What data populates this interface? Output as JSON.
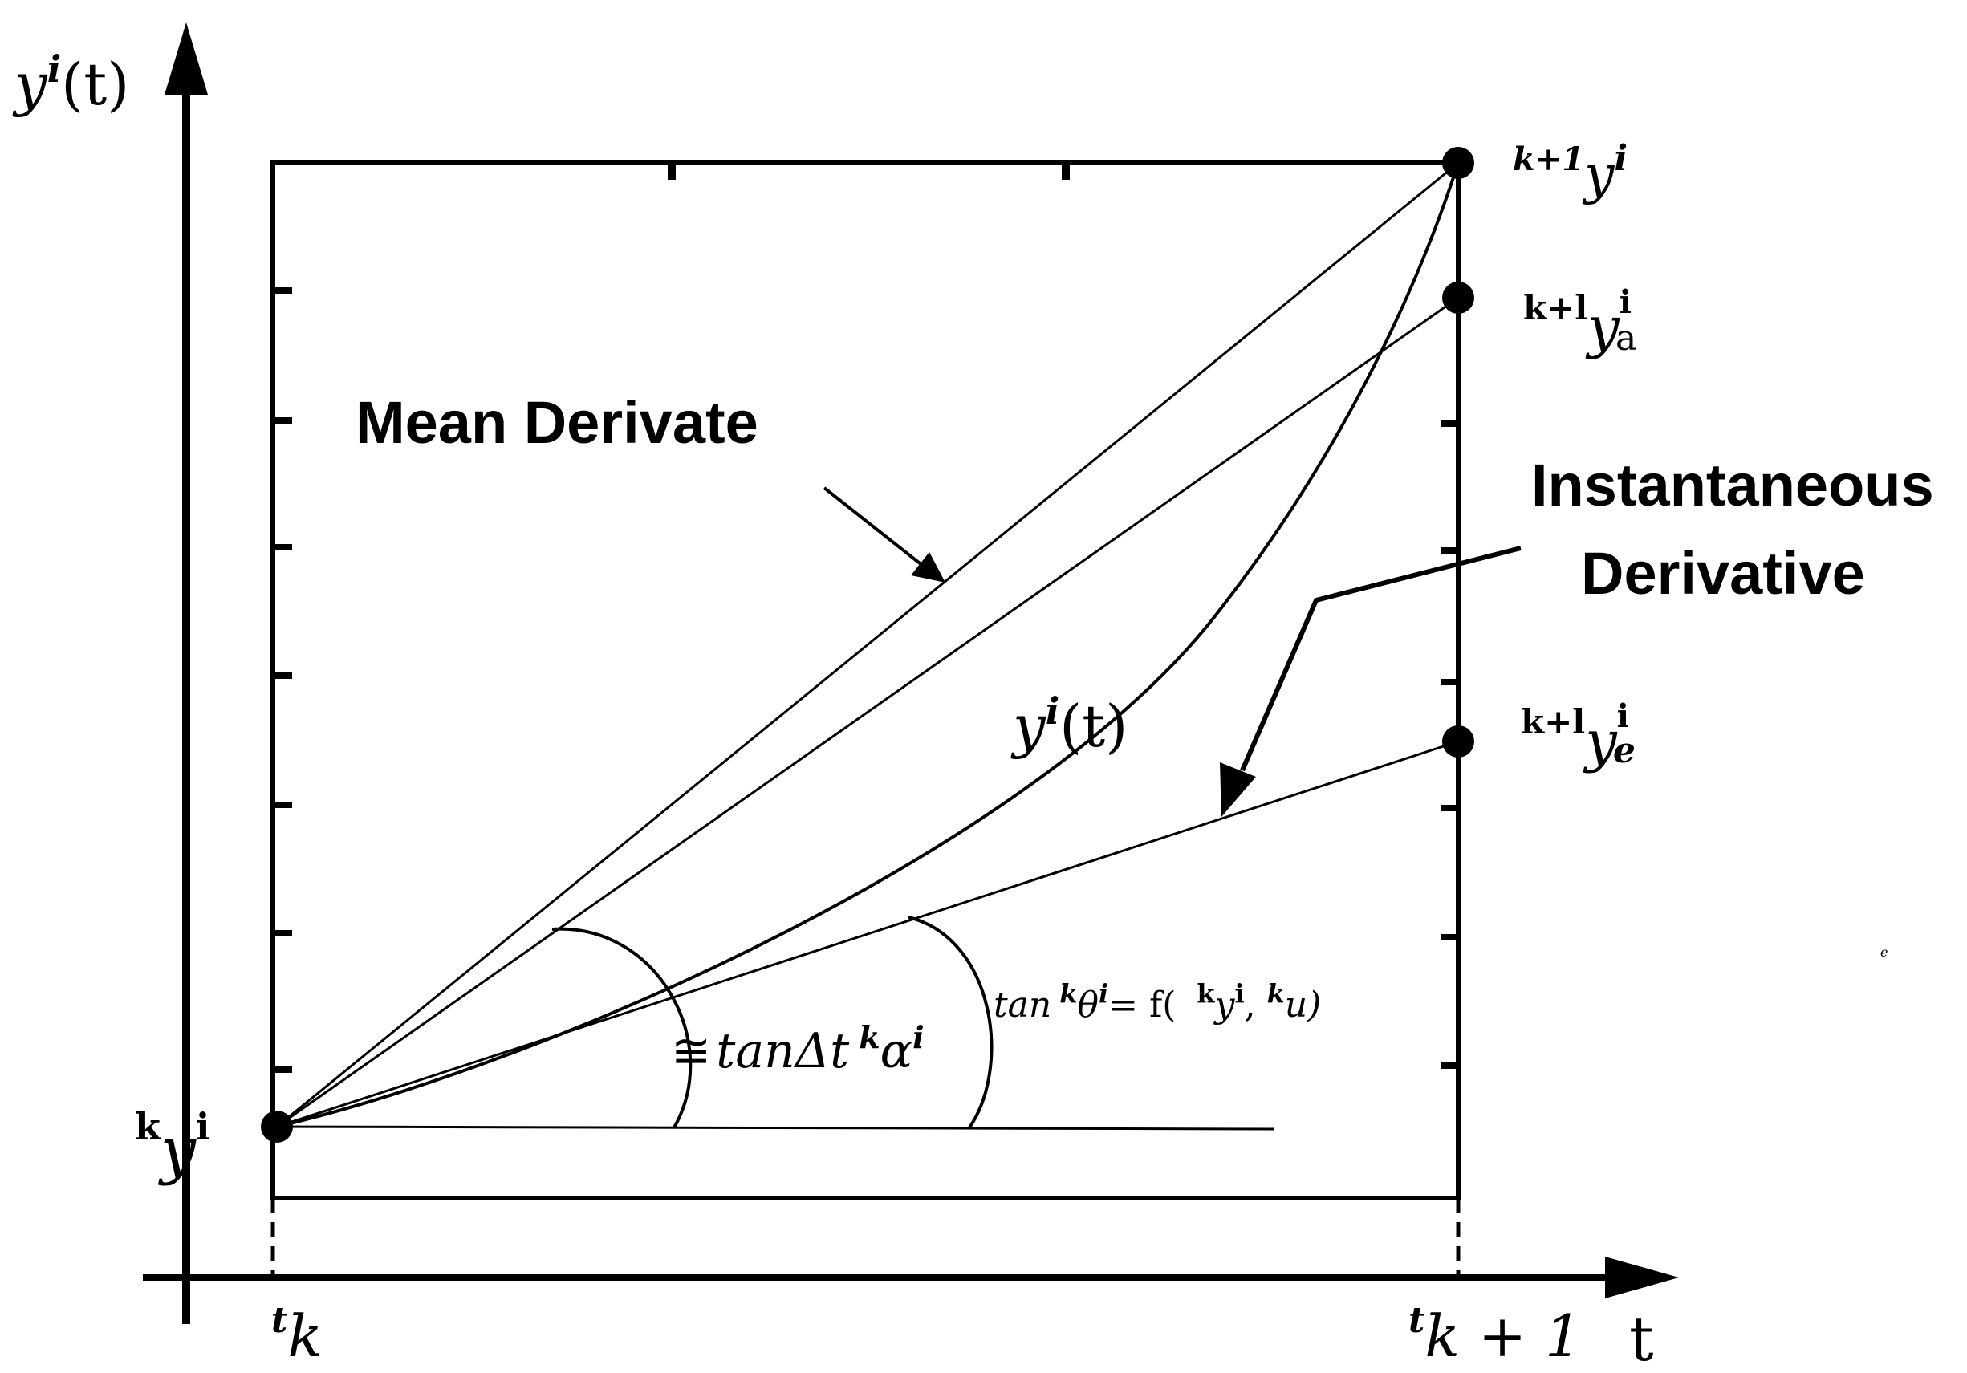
{
  "axes": {
    "y_axis_label_base": "y",
    "y_axis_label_sup": "i",
    "y_axis_label_arg": "(t)",
    "x_axis_label": "t"
  },
  "ticks": {
    "t_k_pre": "t",
    "t_k_base": "k",
    "t_k1_pre": "t",
    "t_k1_base": "k + 1"
  },
  "points": {
    "start": {
      "pre": "k",
      "base": "y",
      "sup": "i"
    },
    "top": {
      "pre": "k+1",
      "base": "y",
      "sup": "i"
    },
    "approx": {
      "pre": "k+l",
      "base": "y",
      "sup": "i",
      "sub": "a"
    },
    "euler": {
      "pre": "k+l",
      "base": "y",
      "sup": "i",
      "sub": "e"
    }
  },
  "labels": {
    "mean_derivate": "Mean Derivate",
    "instantaneous_line1": "Instantaneous",
    "instantaneous_line2": "Derivative",
    "curve_base": "y",
    "curve_sup": "i",
    "curve_arg": "(t)",
    "alpha_expr_prefix": "≅",
    "alpha_expr_main": "tanΔt",
    "alpha_expr_k": "k",
    "alpha_expr_alpha": "α",
    "alpha_expr_i": "i",
    "theta_tan": "tan",
    "theta_k": "k",
    "theta_sym": "θ",
    "theta_i": "i",
    "theta_eq": "= f(",
    "theta_arg1_k": "k",
    "theta_arg1_y": "y",
    "theta_arg1_i": "i",
    "theta_comma": ",",
    "theta_arg2_k": "k",
    "theta_arg2_u": "u)",
    "stray_mark": "e"
  },
  "style": {
    "stroke_color": "#000000",
    "background": "#ffffff"
  }
}
